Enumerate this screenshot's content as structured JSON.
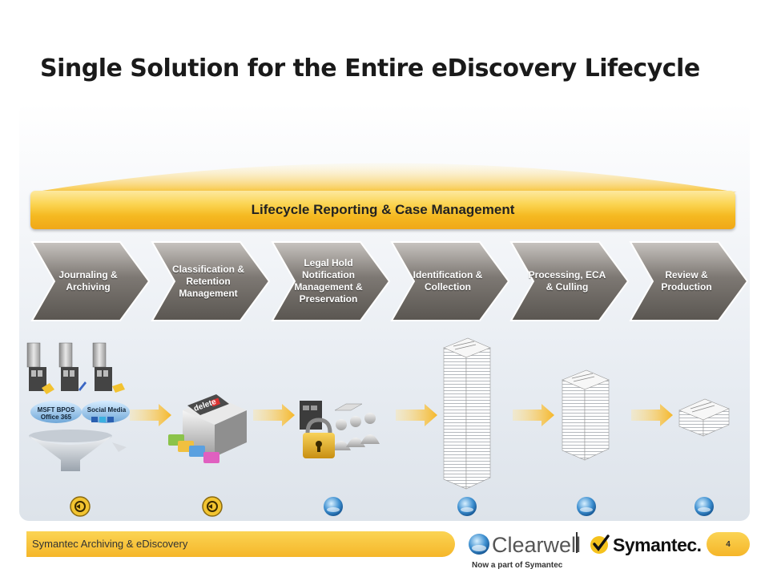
{
  "title": "Single Solution for the Entire eDiscovery Lifecycle",
  "banner": "Lifecycle Reporting & Case Management",
  "stages": [
    {
      "label": "Journaling & Archiving"
    },
    {
      "label": "Classification & Retention Management"
    },
    {
      "label": "Legal Hold Notification Management & Preservation"
    },
    {
      "label": "Identification & Collection"
    },
    {
      "label": "Processing, ECA & Culling"
    },
    {
      "label": "Review & Production"
    }
  ],
  "sources": {
    "cloud1": "MSFT BPOS Office 365",
    "cloud2": "Social Media"
  },
  "delete_label": "delete",
  "footer": {
    "text": "Symantec Archiving & eDiscovery",
    "page": "4",
    "clearwell": "Clearwell",
    "symantec": "Symantec.",
    "tagline": "Now a part of Symantec"
  },
  "colors": {
    "banner": "#f5b921",
    "stage": "#6f6a66",
    "arrow": "#f5b72a",
    "accent": "#fbd454"
  },
  "badges": [
    "symantec-badge",
    "symantec-badge",
    "clearwell-badge",
    "clearwell-badge",
    "clearwell-badge",
    "clearwell-badge"
  ]
}
